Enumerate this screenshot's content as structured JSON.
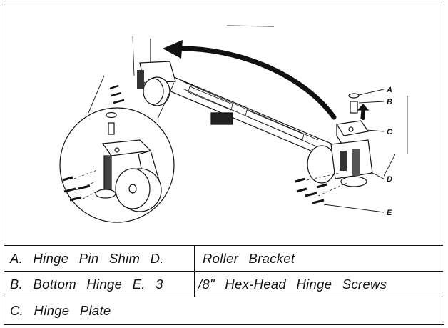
{
  "callouts": [
    "A",
    "B",
    "C",
    "D",
    "E"
  ],
  "legend": [
    {
      "left": "A.  Hinge  Pin  Shim  D.",
      "right": "Roller  Bracket"
    },
    {
      "left": "B.  Bottom  Hinge  E.  3",
      "right": "/8\"  Hex-Head  Hinge  Screws"
    },
    {
      "left": "C.  Hinge  Plate",
      "right": ""
    }
  ]
}
